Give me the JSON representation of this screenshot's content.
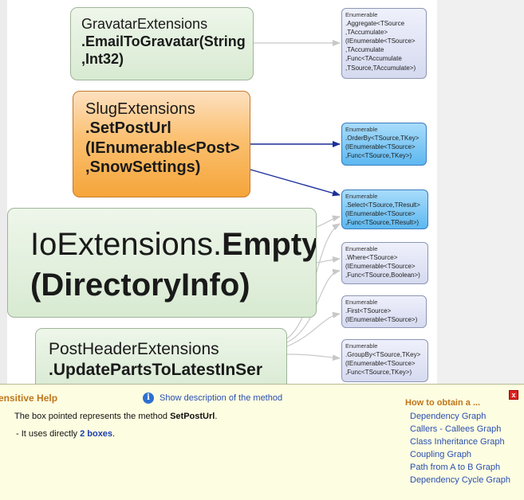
{
  "graph": {
    "nodes": [
      {
        "id": "gravatar",
        "plain": "GravatarExtensions",
        "bold": ".EmailToGravatar(String\n,Int32)"
      },
      {
        "id": "slug",
        "plain": "SlugExtensions",
        "bold": ".SetPostUrl\n(IEnumerable<Post>\n,SnowSettings)"
      },
      {
        "id": "io",
        "plain": "IoExtensions.",
        "bold": "Empty\n(DirectoryInfo)"
      },
      {
        "id": "post",
        "plain": "PostHeaderExtensions",
        "bold": ".UpdatePartsToLatestInSer"
      }
    ],
    "boxes": [
      {
        "id": "agg",
        "category": "Enumerable",
        "text": ".Aggregate<TSource\n,TAccumulate>\n(IEnumerable<TSource>\n,TAccumulate\n,Func<TAccumulate\n,TSource,TAccumulate>)"
      },
      {
        "id": "order",
        "category": "Enumerable",
        "text": ".OrderBy<TSource,TKey>\n(IEnumerable<TSource>\n,Func<TSource,TKey>)"
      },
      {
        "id": "select",
        "category": "Enumerable",
        "text": ".Select<TSource,TResult>\n(IEnumerable<TSource>\n,Func<TSource,TResult>)"
      },
      {
        "id": "where",
        "category": "Enumerable",
        "text": ".Where<TSource>\n(IEnumerable<TSource>\n,Func<TSource,Boolean>)"
      },
      {
        "id": "first",
        "category": "Enumerable",
        "text": ".First<TSource>\n(IEnumerable<TSource>)"
      },
      {
        "id": "group",
        "category": "Enumerable",
        "text": ".GroupBy<TSource,TKey>\n(IEnumerable<TSource>\n,Func<TSource,TKey>)"
      }
    ]
  },
  "help": {
    "title": "Sensitive Help",
    "show_description": "Show description of the method",
    "desc_prefix": "The box pointed represents the method ",
    "desc_method": "SetPostUrl",
    "desc_suffix": ".",
    "uses_prefix": "- It uses directly ",
    "uses_count": "2 boxes",
    "uses_suffix": ".",
    "how_title": "How to obtain a ...",
    "close": "x",
    "links": [
      "Dependency Graph",
      "Callers - Callees Graph",
      "Class Inheritance Graph",
      "Coupling Graph",
      "Path from A to B Graph",
      "Dependency Cycle Graph"
    ]
  },
  "colors": {
    "method_box": "#dcebd5",
    "selected_box": "#f7ae4a",
    "highlighted_target": "#6cc0f2",
    "target_box": "#dfe2f4",
    "highlight_edge": "#1a2f99",
    "edge": "#c8c8c8"
  }
}
